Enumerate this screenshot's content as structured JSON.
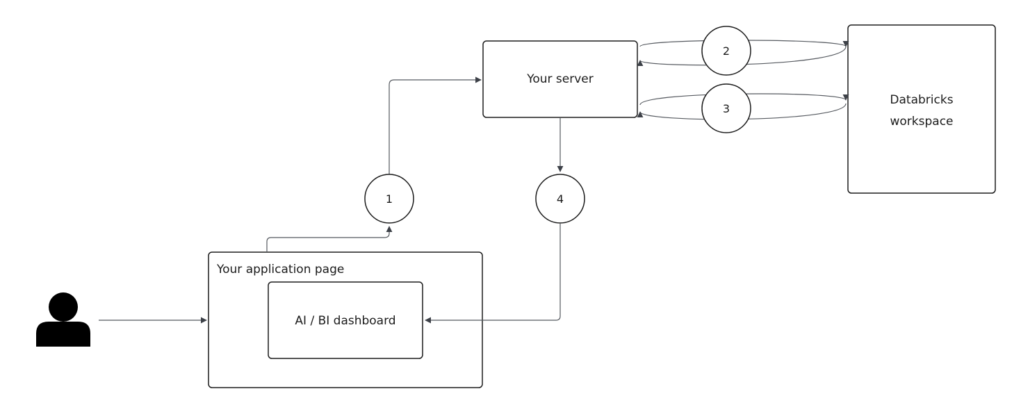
{
  "nodes": {
    "user": {
      "icon": "user-icon"
    },
    "app_page": {
      "label": "Your application page"
    },
    "dashboard": {
      "label": "AI / BI dashboard"
    },
    "server": {
      "label": "Your server"
    },
    "workspace": {
      "label_line1": "Databricks",
      "label_line2": "workspace"
    }
  },
  "steps": [
    "1",
    "2",
    "3",
    "4"
  ],
  "colors": {
    "stroke": "#1b1b1b",
    "connector": "#55595f",
    "background": "#ffffff"
  }
}
